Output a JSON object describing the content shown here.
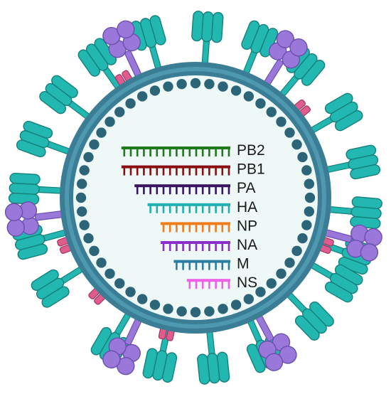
{
  "colors": {
    "background": "#ffffff",
    "interior": "#edf8f7",
    "envelope_outer": "#3a7d95",
    "envelope_inner": "#4e98b0",
    "matrix_dots": "#2c6478",
    "hemagglutinin": "#22b8b1",
    "hemagglutinin_edge": "#15807b",
    "neuraminidase": "#9a78d9",
    "neuraminidase_edge": "#6a4fb0",
    "m2_channel": "#e05c8c",
    "m2_channel_edge": "#a03563"
  },
  "segments": [
    {
      "label": "PB2",
      "color": "#1e7a1a",
      "teeth": 17
    },
    {
      "label": "PB1",
      "color": "#8a0f14",
      "teeth": 17
    },
    {
      "label": "PA",
      "color": "#3a1460",
      "teeth": 15
    },
    {
      "label": "HA",
      "color": "#20b0b0",
      "teeth": 13
    },
    {
      "label": "NP",
      "color": "#f07c1a",
      "teeth": 11
    },
    {
      "label": "NA",
      "color": "#8a2fc8",
      "teeth": 11
    },
    {
      "label": "M",
      "color": "#2a7da0",
      "teeth": 9
    },
    {
      "label": "NS",
      "color": "#f060e8",
      "teeth": 7
    }
  ],
  "spikes": {
    "hemagglutinin_count": 20,
    "neuraminidase_count": 6,
    "m2_count": 6
  }
}
